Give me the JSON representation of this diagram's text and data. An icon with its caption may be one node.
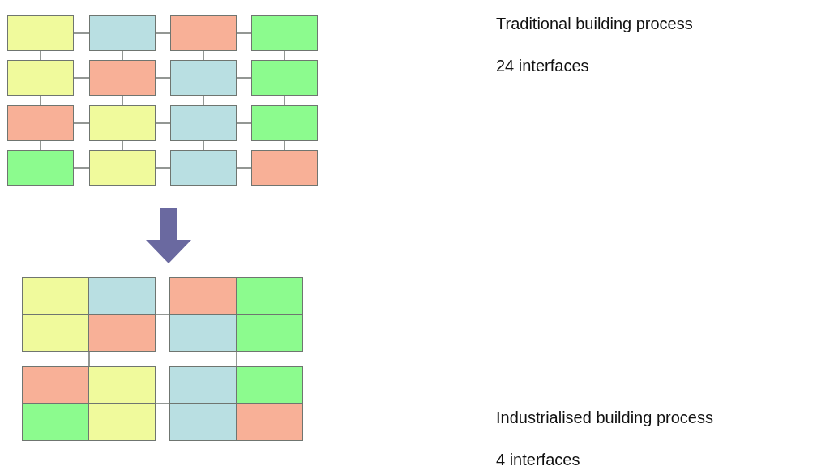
{
  "diagram": {
    "nodes": [
      {
        "text": [],
        "shape": "box"
      },
      {
        "text": [],
        "shape": "box",
        "in": 0
      },
      {
        "text": [],
        "shape": "box",
        "in": 0
      },
      {
        "text": [],
        "shape": "box",
        "in": 0
      },
      {
        "text": [],
        "shape": "box",
        "in": 0
      },
      {
        "text": [],
        "shape": "box",
        "in": 0
      },
      {
        "text": [],
        "shape": "box",
        "in": 0
      },
      {
        "text": [],
        "shape": "box",
        "in": 0
      },
      {
        "text": [],
        "shape": "box",
        "in": 0
      },
      {
        "text": [],
        "shape": "box",
        "in": 0
      },
      {
        "text": [],
        "shape": "box",
        "in": 0
      },
      {
        "text": [],
        "shape": "box",
        "in": 0
      },
      {
        "text": [],
        "shape": "box",
        "in": 0
      },
      {
        "text": [],
        "shape": "box",
        "in": 0
      },
      {
        "text": [],
        "shape": "box",
        "in": 0
      },
      {
        "text": [],
        "shape": "box",
        "in": 0
      },
      {
        "text": [],
        "shape": "box",
        "in": 0
      },
      {
        "text": [],
        "shape": "box"
      },
      {
        "text": [],
        "shape": "box",
        "in": 17
      },
      {
        "text": [],
        "shape": "box",
        "in": 18
      },
      {
        "text": [],
        "shape": "box",
        "in": 18
      },
      {
        "text": [],
        "shape": "box",
        "in": 18
      },
      {
        "text": [],
        "shape": "box",
        "in": 18
      },
      {
        "text": [],
        "shape": "box",
        "in": 17
      },
      {
        "text": [],
        "shape": "box",
        "in": 23
      },
      {
        "text": [],
        "shape": "box",
        "in": 23
      },
      {
        "text": [],
        "shape": "box",
        "in": 23
      },
      {
        "text": [],
        "shape": "box",
        "in": 23
      },
      {
        "text": [],
        "shape": "box",
        "in": 17
      },
      {
        "text": [],
        "shape": "box",
        "in": 28
      },
      {
        "text": [],
        "shape": "box",
        "in": 28
      },
      {
        "text": [],
        "shape": "box",
        "in": 28
      },
      {
        "text": [],
        "shape": "box",
        "in": 28
      },
      {
        "text": [],
        "shape": "box",
        "in": 17
      },
      {
        "text": [],
        "shape": "box",
        "in": 33
      },
      {
        "text": [],
        "shape": "box",
        "in": 33
      },
      {
        "text": [],
        "shape": "box",
        "in": 33
      },
      {
        "text": [],
        "shape": "box",
        "in": 33
      }
    ],
    "edges": [
      {
        "from": 1,
        "to": 2,
        "arrow": "none"
      },
      {
        "from": 2,
        "to": 3,
        "arrow": "none"
      },
      {
        "from": 3,
        "to": 4,
        "arrow": "none"
      },
      {
        "from": 5,
        "to": 6,
        "arrow": "none"
      },
      {
        "from": 6,
        "to": 7,
        "arrow": "none"
      },
      {
        "from": 7,
        "to": 8,
        "arrow": "none"
      },
      {
        "from": 9,
        "to": 10,
        "arrow": "none"
      },
      {
        "from": 10,
        "to": 11,
        "arrow": "none"
      },
      {
        "from": 11,
        "to": 12,
        "arrow": "none"
      },
      {
        "from": 13,
        "to": 14,
        "arrow": "none"
      },
      {
        "from": 14,
        "to": 15,
        "arrow": "none"
      },
      {
        "from": 15,
        "to": 16,
        "arrow": "none"
      },
      {
        "from": 1,
        "to": 5,
        "arrow": "none"
      },
      {
        "from": 2,
        "to": 6,
        "arrow": "none"
      },
      {
        "from": 3,
        "to": 7,
        "arrow": "none"
      },
      {
        "from": 4,
        "to": 8,
        "arrow": "none"
      },
      {
        "from": 5,
        "to": 9,
        "arrow": "none"
      },
      {
        "from": 6,
        "to": 10,
        "arrow": "none"
      },
      {
        "from": 7,
        "to": 11,
        "arrow": "none"
      },
      {
        "from": 8,
        "to": 12,
        "arrow": "none"
      },
      {
        "from": 9,
        "to": 13,
        "arrow": "none"
      },
      {
        "from": 10,
        "to": 14,
        "arrow": "none"
      },
      {
        "from": 11,
        "to": 15,
        "arrow": "none"
      },
      {
        "from": 12,
        "to": 16,
        "arrow": "none"
      },
      {
        "from": 0,
        "to": 17,
        "arrow": "to",
        "style": "thick",
        "color": "#6a69a0"
      },
      {
        "from": 18,
        "to": 23,
        "arrow": "none"
      },
      {
        "from": 18,
        "to": 28,
        "arrow": "none"
      },
      {
        "from": 23,
        "to": 33,
        "arrow": "none"
      },
      {
        "from": 28,
        "to": 33,
        "arrow": "none"
      }
    ],
    "labels": [
      "Traditional building process",
      "24 interfaces",
      "Industrialised building process",
      "4 interfaces"
    ]
  }
}
